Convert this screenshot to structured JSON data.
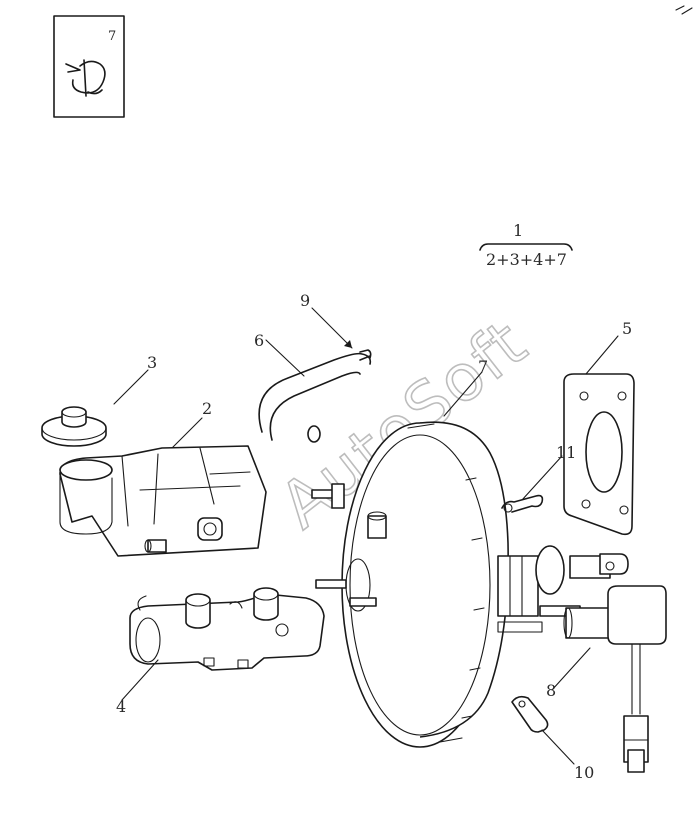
{
  "inset": {
    "ref_number": "7"
  },
  "assembly": {
    "number": "1",
    "composition": "2+3+4+7"
  },
  "callouts": {
    "c2": "2",
    "c3": "3",
    "c4": "4",
    "c5": "5",
    "c6": "6",
    "c7": "7",
    "c8": "8",
    "c9": "9",
    "c10": "10",
    "c11": "11"
  },
  "watermark": {
    "text": "AutoSoft"
  },
  "icons": {
    "inset": "hose-clamp-icon",
    "p2": "brake-fluid-reservoir",
    "p3": "reservoir-cap",
    "p4": "brake-master-cylinder",
    "p5": "booster-gasket",
    "p6": "vacuum-hose",
    "p7": "brake-vacuum-booster",
    "p8": "brake-light-switch-connector",
    "p10": "bracket-clip",
    "p11": "spring-clip"
  }
}
